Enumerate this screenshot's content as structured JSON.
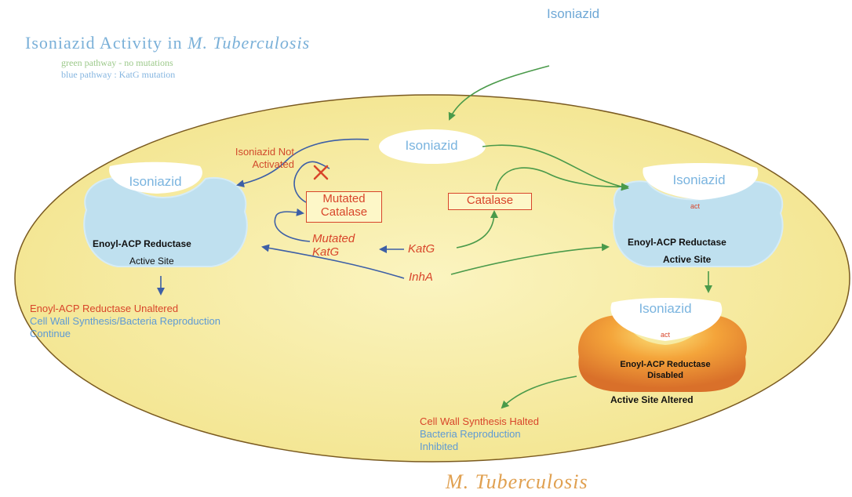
{
  "title": {
    "main": "Isoniazid Activity in ",
    "organism": "M. Tuberculosis"
  },
  "legend": {
    "green": "green pathway - no mutations",
    "blue": "blue pathway : KatG mutation"
  },
  "isoniazid_top": "Isoniazid",
  "isoniazid_center": "Isoniazid",
  "isoniazid_left": "Isoniazid",
  "isoniazid_right": "Isoniazid",
  "isoniazid_lower": "Isoniazid",
  "not_activated": {
    "line1": "Isoniazid Not",
    "line2": "Activated"
  },
  "mutated_catalase": {
    "line1": "Mutated",
    "line2": "Catalase"
  },
  "catalase": "Catalase",
  "mutated_katg": {
    "line1": "Mutated",
    "line2": "KatG"
  },
  "katg": "KatG",
  "inha": "InhA",
  "left_enzyme": {
    "name": "Enoyl-ACP Reductase",
    "site": "Active Site"
  },
  "right_enzyme": {
    "name": "Enoyl-ACP Reductase",
    "site": "Active Site",
    "act": "act"
  },
  "disabled_enzyme": {
    "name": "Enoyl-ACP Reductase",
    "status": "Disabled",
    "act": "act",
    "site": "Active Site Altered"
  },
  "left_outcome": {
    "line1": "Enoyl-ACP Reductase Unaltered",
    "line2": "Cell Wall Synthesis/Bacteria Reproduction",
    "line3": "Continue"
  },
  "right_outcome": {
    "line1": "Cell Wall Synthesis Halted",
    "line2": "Bacteria Reproduction",
    "line3": "Inhibited"
  },
  "cell_label": "M. Tuberculosis",
  "colors": {
    "cell": "#f7eea6",
    "green_path": "#4a9a4a",
    "blue_path": "#3d5fa6",
    "mutation": "#d8452a",
    "enzyme": "#bfe0ef"
  }
}
